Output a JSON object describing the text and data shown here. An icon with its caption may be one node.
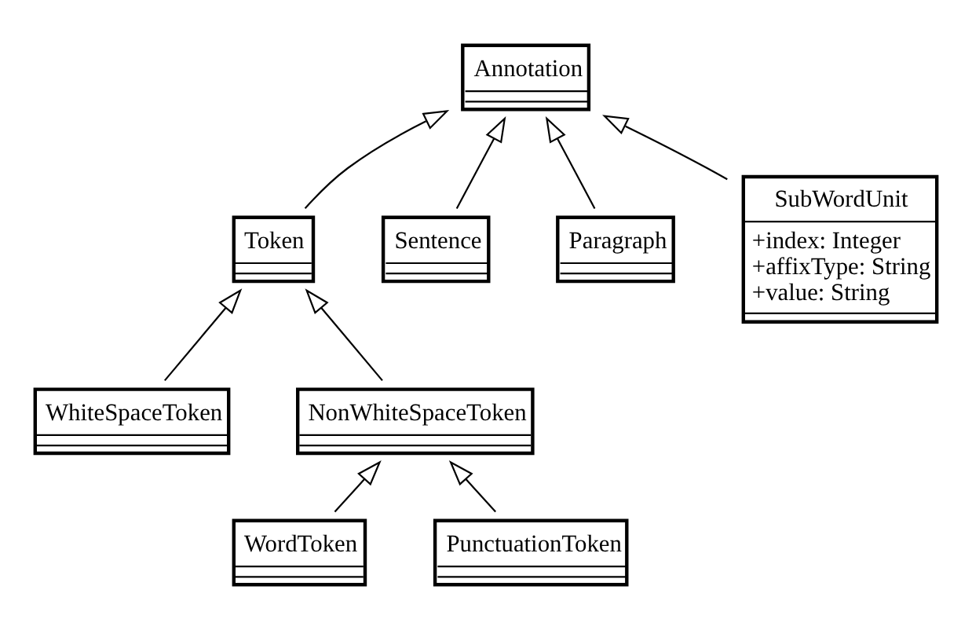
{
  "diagram": {
    "nodes": [
      {
        "text": [
          "Annotation"
        ]
      },
      {
        "text": [
          "Token"
        ]
      },
      {
        "text": [
          "WhiteSpaceToken"
        ]
      },
      {
        "text": [
          "Sentence"
        ]
      },
      {
        "text": [
          "Paragraph"
        ]
      },
      {
        "text": [
          "NonWhiteSpaceToken"
        ]
      },
      {
        "text": [
          "SubWordUnit",
          "+index: Integer",
          "+affixType: String",
          "+value: String"
        ]
      },
      {
        "text": [
          "WordToken"
        ]
      },
      {
        "text": [
          "PunctuationToken"
        ]
      }
    ],
    "edges": [
      {
        "from": 1,
        "to": 0,
        "arrow": "to"
      },
      {
        "from": 2,
        "to": 1,
        "arrow": "to"
      },
      {
        "from": 5,
        "to": 1,
        "arrow": "to"
      },
      {
        "from": 3,
        "to": 0,
        "arrow": "to"
      },
      {
        "from": 4,
        "to": 0,
        "arrow": "to"
      },
      {
        "from": 6,
        "to": 0,
        "arrow": "to"
      },
      {
        "from": 7,
        "to": 5,
        "arrow": "to"
      },
      {
        "from": 8,
        "to": 5,
        "arrow": "to"
      }
    ]
  }
}
